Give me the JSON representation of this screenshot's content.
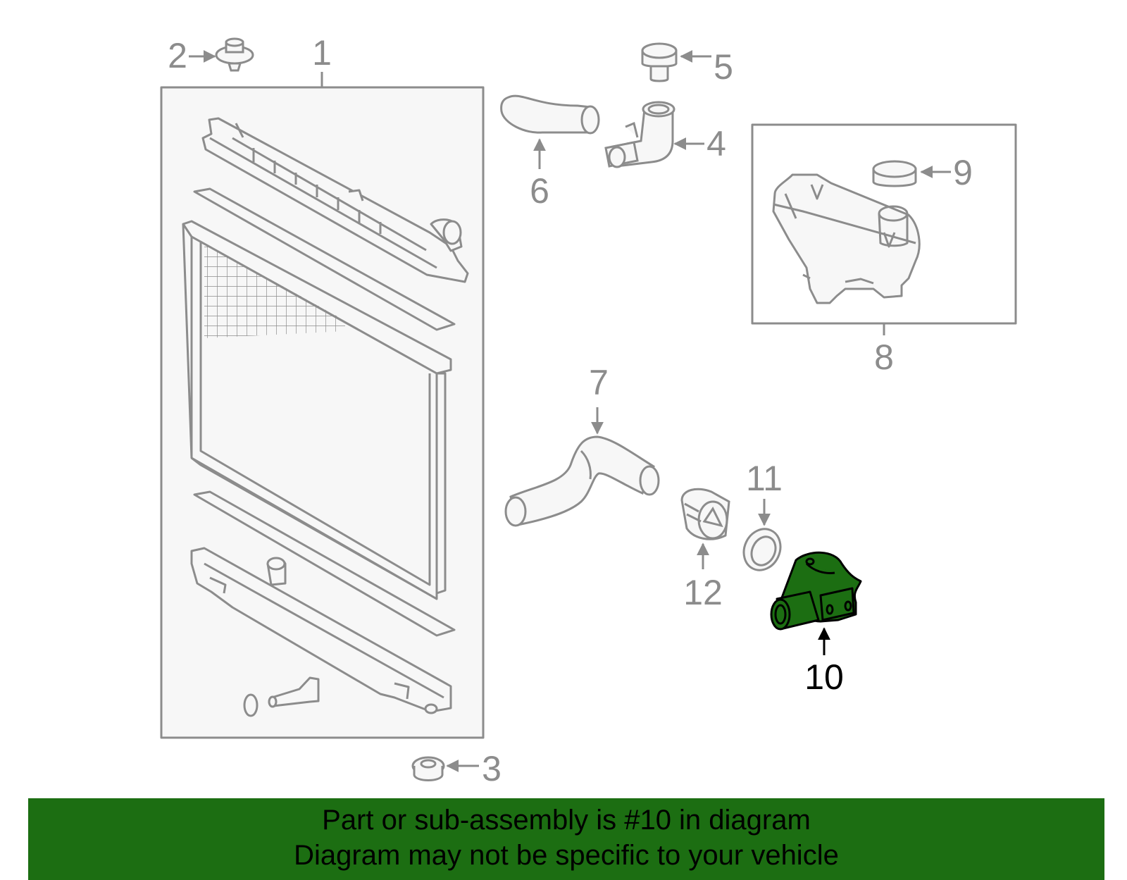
{
  "colors": {
    "line": "#8c8c8c",
    "panel_fill": "#f7f7f7",
    "highlight_fill": "#1c6e12",
    "highlight_line": "#000000",
    "banner_bg": "#1c6e12",
    "text_gray": "#8c8c8c",
    "text_black": "#000000"
  },
  "callouts": {
    "c1": "1",
    "c2": "2",
    "c3": "3",
    "c4": "4",
    "c5": "5",
    "c6": "6",
    "c7": "7",
    "c8": "8",
    "c9": "9",
    "c10": "10",
    "c11": "11",
    "c12": "12"
  },
  "highlighted_part": "10",
  "banner": {
    "line1": "Part or sub-assembly is #10 in diagram",
    "line2": "Diagram may not be specific to your vehicle"
  }
}
